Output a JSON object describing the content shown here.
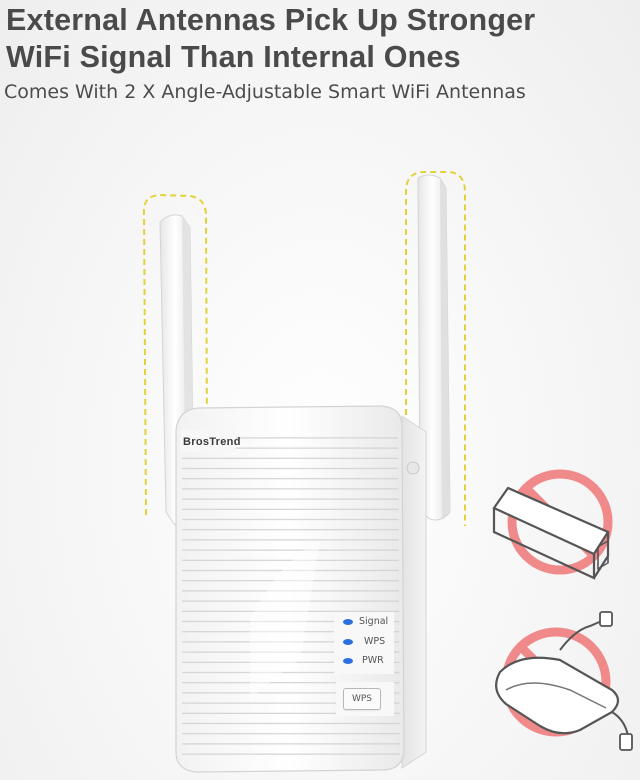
{
  "headline": {
    "line1": "External Antennas Pick Up Stronger",
    "line2": "WiFi Signal Than Internal Ones"
  },
  "subhead": "Comes With 2 X Angle-Adjustable Smart WiFi Antennas",
  "device": {
    "brand": "BrosTrend",
    "leds": [
      {
        "label": "Signal",
        "color": "#2d6fe0"
      },
      {
        "label": "WPS",
        "color": "#2d6fe0"
      },
      {
        "label": "PWR",
        "color": "#2d6fe0"
      }
    ],
    "wps_button_label": "WPS"
  },
  "colors": {
    "headline": "#4a4a4a",
    "highlight_dash": "#e2d23a",
    "prohibited": "#f08a8a",
    "led": "#2d6fe0"
  },
  "icons": [
    "antenna-highlight-left",
    "antenna-highlight-right",
    "no-internal-antenna-adapter-icon",
    "no-internal-antenna-usb-adapter-icon"
  ]
}
